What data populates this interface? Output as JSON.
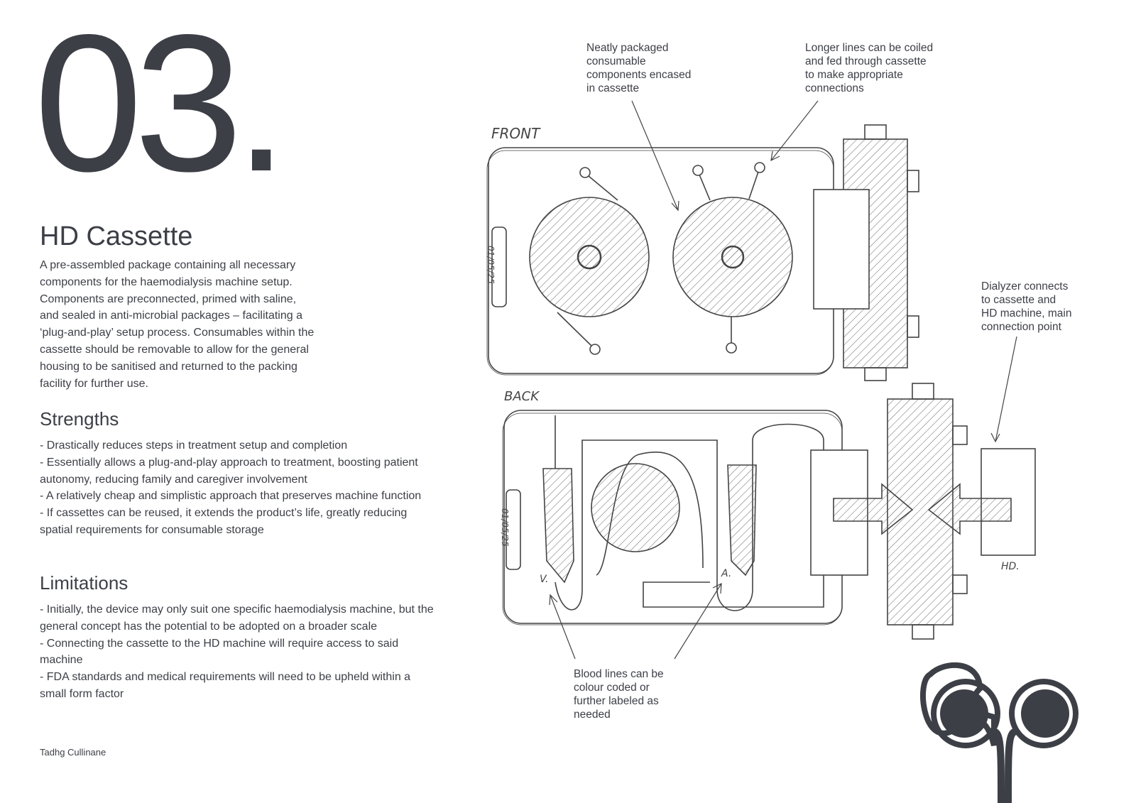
{
  "page_number": "03.",
  "title": "HD Cassette",
  "description": [
    "A pre-assembled package containing all necessary",
    "components for the haemodialysis machine setup.",
    "Components are preconnected, primed with saline,",
    "and sealed in anti-microbial packages – facilitating a",
    "‘plug-and-play’ setup process. Consumables within the",
    "cassette should be removable to allow for the general",
    "housing to be sanitised and returned to the packing",
    "facility for further use."
  ],
  "strengths": {
    "heading": "Strengths",
    "items": [
      "- Drastically reduces steps in treatment setup and completion",
      "- Essentially allows a plug-and-play approach to treatment, boosting patient autonomy, reducing family and caregiver involvement",
      "- A relatively cheap and simplistic approach that preserves machine function",
      "- If cassettes can be reused, it extends the product’s life, greatly reducing spatial requirements for consumable storage"
    ]
  },
  "limitations": {
    "heading": "Limitations",
    "items": [
      "- Initially, the device may only suit one specific haemodialysis machine, but the general concept has the potential to be adopted on a broader scale",
      "- Connecting the cassette to the HD machine will require access to said machine",
      "- FDA standards and medical requirements will need to be upheld within a small form factor"
    ]
  },
  "author": "Tadhg Cullinane",
  "annotations": {
    "packaged": [
      "Neatly packaged",
      "consumable",
      "components encased",
      "in cassette"
    ],
    "coiled": [
      "Longer lines can be coiled",
      "and fed through cassette",
      "to make appropriate",
      "connections"
    ],
    "dialyzer": [
      "Dialyzer connects",
      "to cassette and",
      "HD machine, main",
      "connection point"
    ],
    "bloodlines": [
      "Blood lines can be",
      "colour coded or",
      "further labeled as",
      "needed"
    ]
  },
  "sketch_labels": {
    "front": "FRONT",
    "back": "BACK",
    "date_front": "01/05/25",
    "date_back": "01/05/25",
    "venous": "V.",
    "arterial": "A.",
    "hd": "HD."
  },
  "colors": {
    "ink": "#3d3f47",
    "sketch": "#444444"
  }
}
